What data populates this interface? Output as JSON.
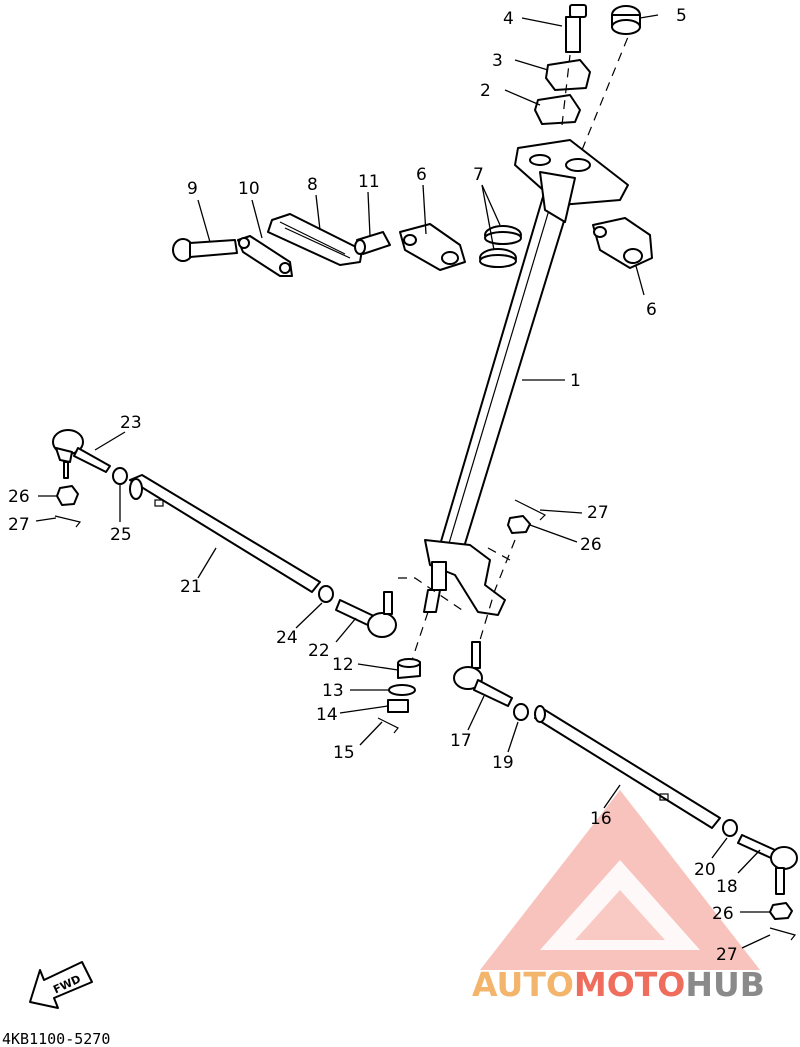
{
  "diagram_code": "4KB1100-5270",
  "fwd_label": "FWD",
  "watermark": {
    "part1": "AUTO",
    "part2": "MOTO",
    "part3": "HUB",
    "color1": "#f2b56b",
    "color2": "#ef6d5c",
    "color3": "#8a8a8a"
  },
  "labels": {
    "p1": "1",
    "p2": "2",
    "p3": "3",
    "p4": "4",
    "p5": "5",
    "p6a": "6",
    "p6b": "6",
    "p7": "7",
    "p8": "8",
    "p9": "9",
    "p10": "10",
    "p11": "11",
    "p12": "12",
    "p13": "13",
    "p14": "14",
    "p15": "15",
    "p16": "16",
    "p17": "17",
    "p18": "18",
    "p19": "19",
    "p20": "20",
    "p21": "21",
    "p22": "22",
    "p23": "23",
    "p24": "24",
    "p25": "25",
    "p26a": "26",
    "p26b": "26",
    "p26c": "26",
    "p27a": "27",
    "p27b": "27",
    "p27c": "27"
  }
}
